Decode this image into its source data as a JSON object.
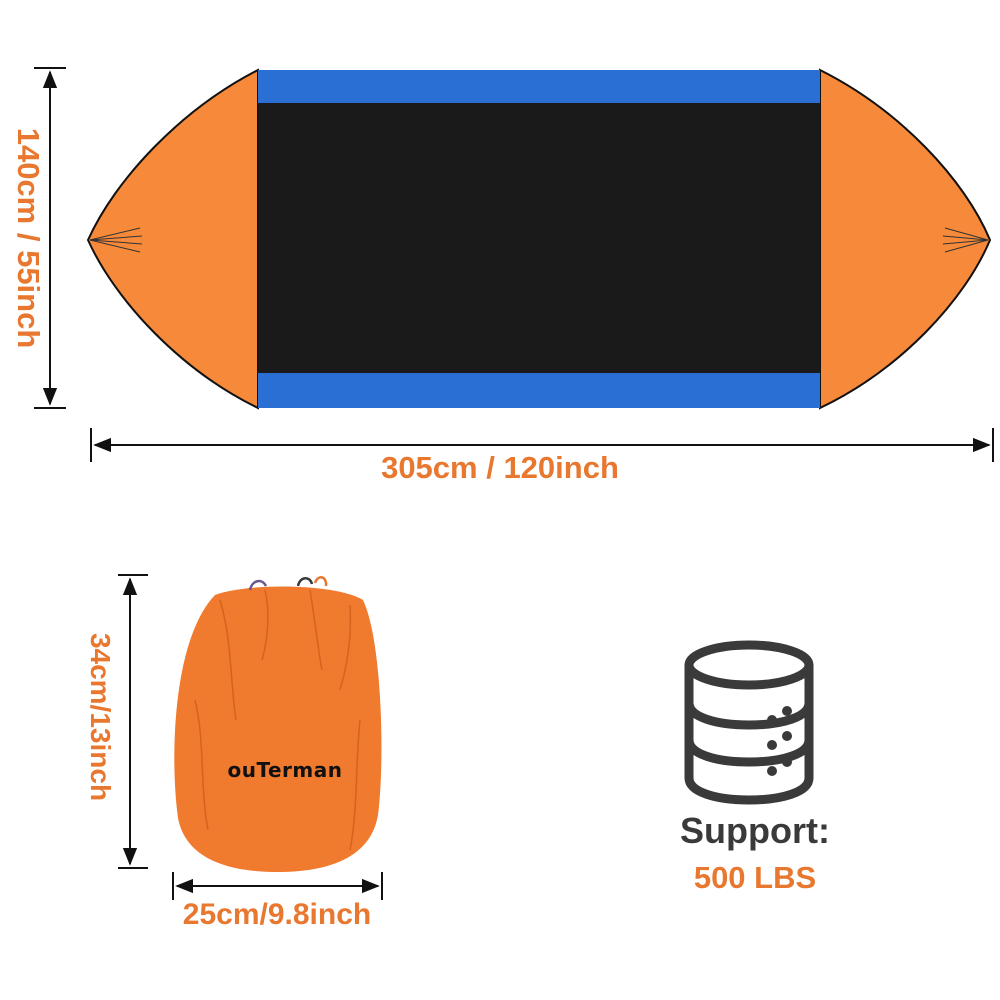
{
  "hammock": {
    "width_label": "305cm / 120inch",
    "height_label": "140cm / 55inch",
    "colors": {
      "body": "#1a1a1a",
      "stripe": "#2a6fd4",
      "ends": "#f7893a"
    }
  },
  "bag": {
    "height_label": "34cm/13inch",
    "width_label": "25cm/9.8inch",
    "brand": "ouTerman",
    "color": "#f07a2e"
  },
  "support": {
    "icon": "database-icon",
    "title": "Support:",
    "value": "500 LBS"
  },
  "accent_color": "#e8782f"
}
